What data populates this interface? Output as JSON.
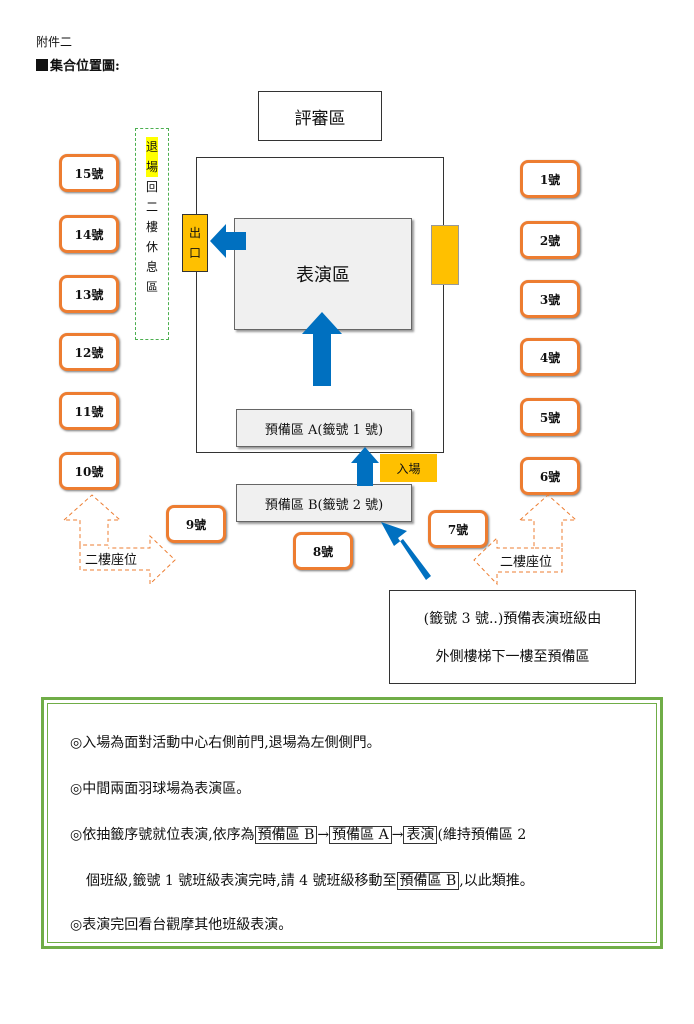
{
  "header": {
    "attachment": "附件二",
    "title": "集合位置圖:"
  },
  "diagram": {
    "judge": "評審區",
    "stage": "表演區",
    "prep_a": "預備區 A(籤號 1 號)",
    "prep_b": "預備區 B(籤號 2 號)",
    "exit": [
      "出",
      "口"
    ],
    "enter": "入場",
    "retreat": [
      "退",
      "場",
      "回",
      "二",
      "樓",
      "休",
      "息",
      "區"
    ],
    "left_numbers": [
      "15號",
      "14號",
      "13號",
      "12號",
      "11號",
      "10號"
    ],
    "right_numbers": [
      "1號",
      "2號",
      "3號",
      "4號",
      "5號",
      "6號"
    ],
    "bottom_numbers": [
      "9號",
      "8號",
      "7號"
    ],
    "seat_left": "二樓座位",
    "seat_right": "二樓座位",
    "note": [
      "(籤號 3 號..)預備表演班級由",
      "外側樓梯下一樓至預備區"
    ]
  },
  "rules": {
    "r1": "◎入場為面對活動中心右側前門,退場為左側側門。",
    "r2": "◎中間兩面羽球場為表演區。",
    "r3": {
      "pre": "◎依抽籤序號就位表演,依序為",
      "b1": "預備區 B",
      "arrow1": "→",
      "b2": "預備區 A",
      "arrow2": "→",
      "b3": "表演",
      "post": "(維持預備區 2"
    },
    "r4": {
      "pre": "個班級,籤號 1 號班級表演完時,請 4 號班級移動至",
      "b1": "預備區 B",
      "post": ",以此類推。"
    },
    "r5": "◎表演完回看台觀摩其他班級表演。"
  },
  "colors": {
    "accent_orange": "#ed7d31",
    "arrow_blue": "#0070c0",
    "gold": "#ffc000",
    "green": "#70ad47"
  }
}
